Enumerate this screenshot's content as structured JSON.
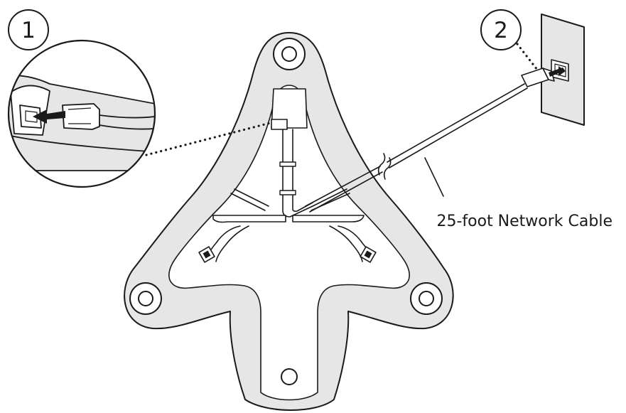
{
  "steps": [
    {
      "number": "1"
    },
    {
      "number": "2"
    }
  ],
  "cable": {
    "label": "25-foot Network Cable"
  },
  "colors": {
    "stroke": "#1a1a1a",
    "device_fill": "#e6e6e6",
    "background": "#ffffff"
  }
}
